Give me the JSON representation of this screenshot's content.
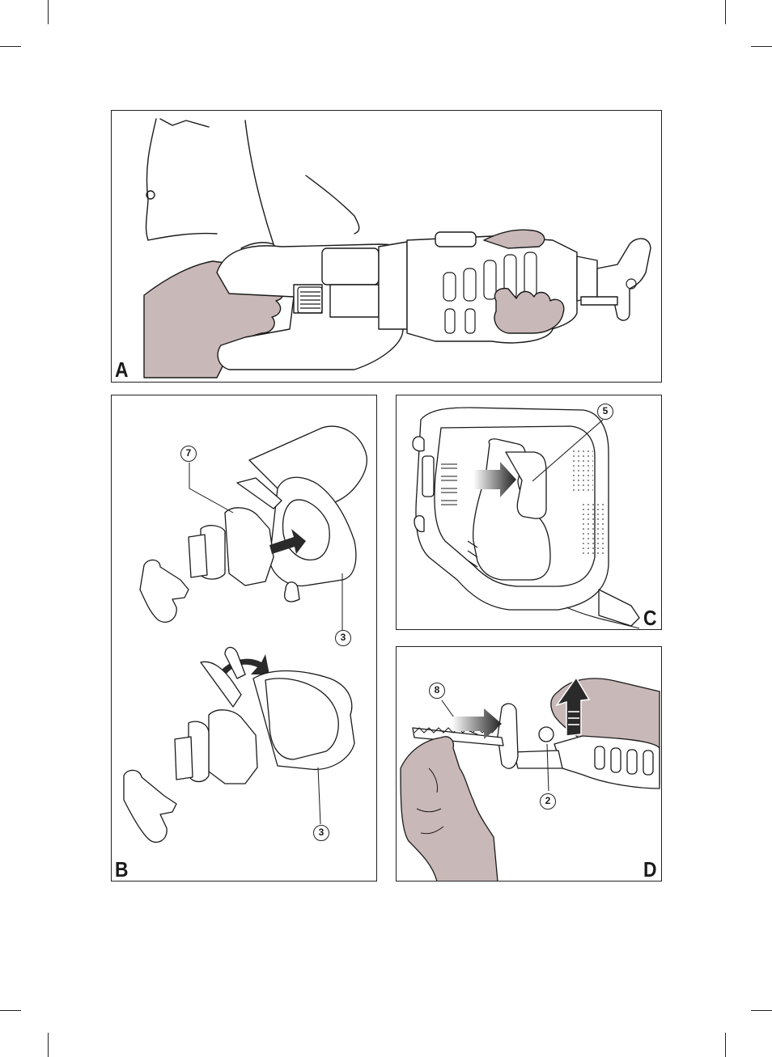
{
  "figures": {
    "A": {
      "letter": "A"
    },
    "B": {
      "letter": "B",
      "callouts": [
        "7",
        "3",
        "3"
      ]
    },
    "C": {
      "letter": "C",
      "callouts": [
        "5"
      ]
    },
    "D": {
      "letter": "D",
      "callouts": [
        "8",
        "2"
      ]
    }
  },
  "colors": {
    "skin": "#c9b8b8",
    "line": "#1a1a1a",
    "arrow_dark": "#2a2a2a"
  }
}
